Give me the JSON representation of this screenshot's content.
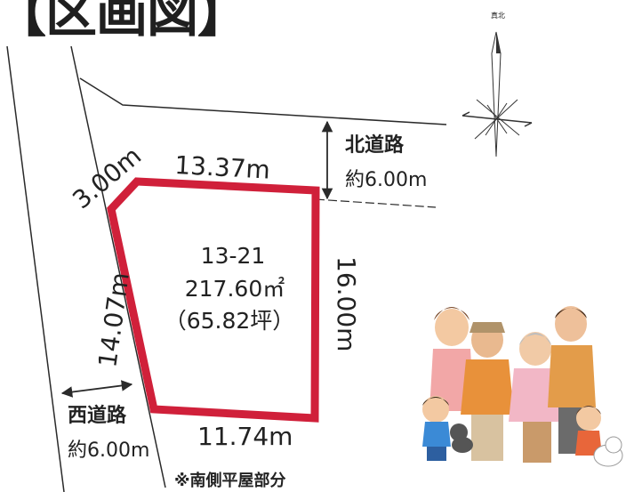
{
  "title": "【区画図】",
  "compass": {
    "label": "真北"
  },
  "lot": {
    "number": "13-21",
    "area_sqm": "217.60㎡",
    "area_tsubo": "（65.82坪）"
  },
  "dimensions": {
    "north": "13.37m",
    "east": "16.00m",
    "south": "11.74m",
    "west": "14.07m",
    "corner_cut": "3.00m"
  },
  "roads": {
    "north_name": "北道路",
    "north_width": "約6.00m",
    "west_name": "西道路",
    "west_width": "約6.00m"
  },
  "note": "※南側平屋部分",
  "colors": {
    "boundary": "#d0203a",
    "line": "#2a2a2a",
    "text": "#222222"
  },
  "illustration": "family-illustration"
}
